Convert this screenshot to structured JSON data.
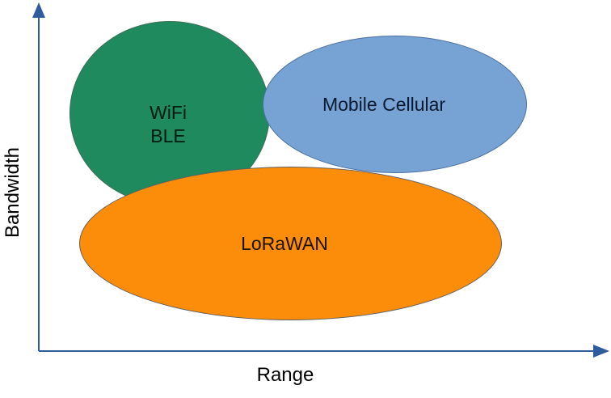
{
  "diagram": {
    "type": "technology-positioning-diagram",
    "axes": {
      "x_label": "Range",
      "y_label": "Bandwidth",
      "axis_color": "#2E5C9C",
      "label_color": "#000000"
    },
    "shapes": [
      {
        "name": "wifi-ble",
        "label_lines": [
          "WiFi",
          "BLE"
        ],
        "fill": "#1E8A5E",
        "border": "#3C6E58",
        "text_color": "#041A0F",
        "position": "low range, high bandwidth"
      },
      {
        "name": "mobile-cellular",
        "label": "Mobile Cellular",
        "fill": "#77A2D4",
        "border": "#4A70A3",
        "text_color": "#0A1A2E",
        "position": "medium-high range, high bandwidth"
      },
      {
        "name": "lorawan",
        "label": "LoRaWAN",
        "fill": "#FC8D0B",
        "border": "#5F5F5F",
        "text_color": "#1C1200",
        "position": "wide range, low bandwidth"
      }
    ]
  }
}
